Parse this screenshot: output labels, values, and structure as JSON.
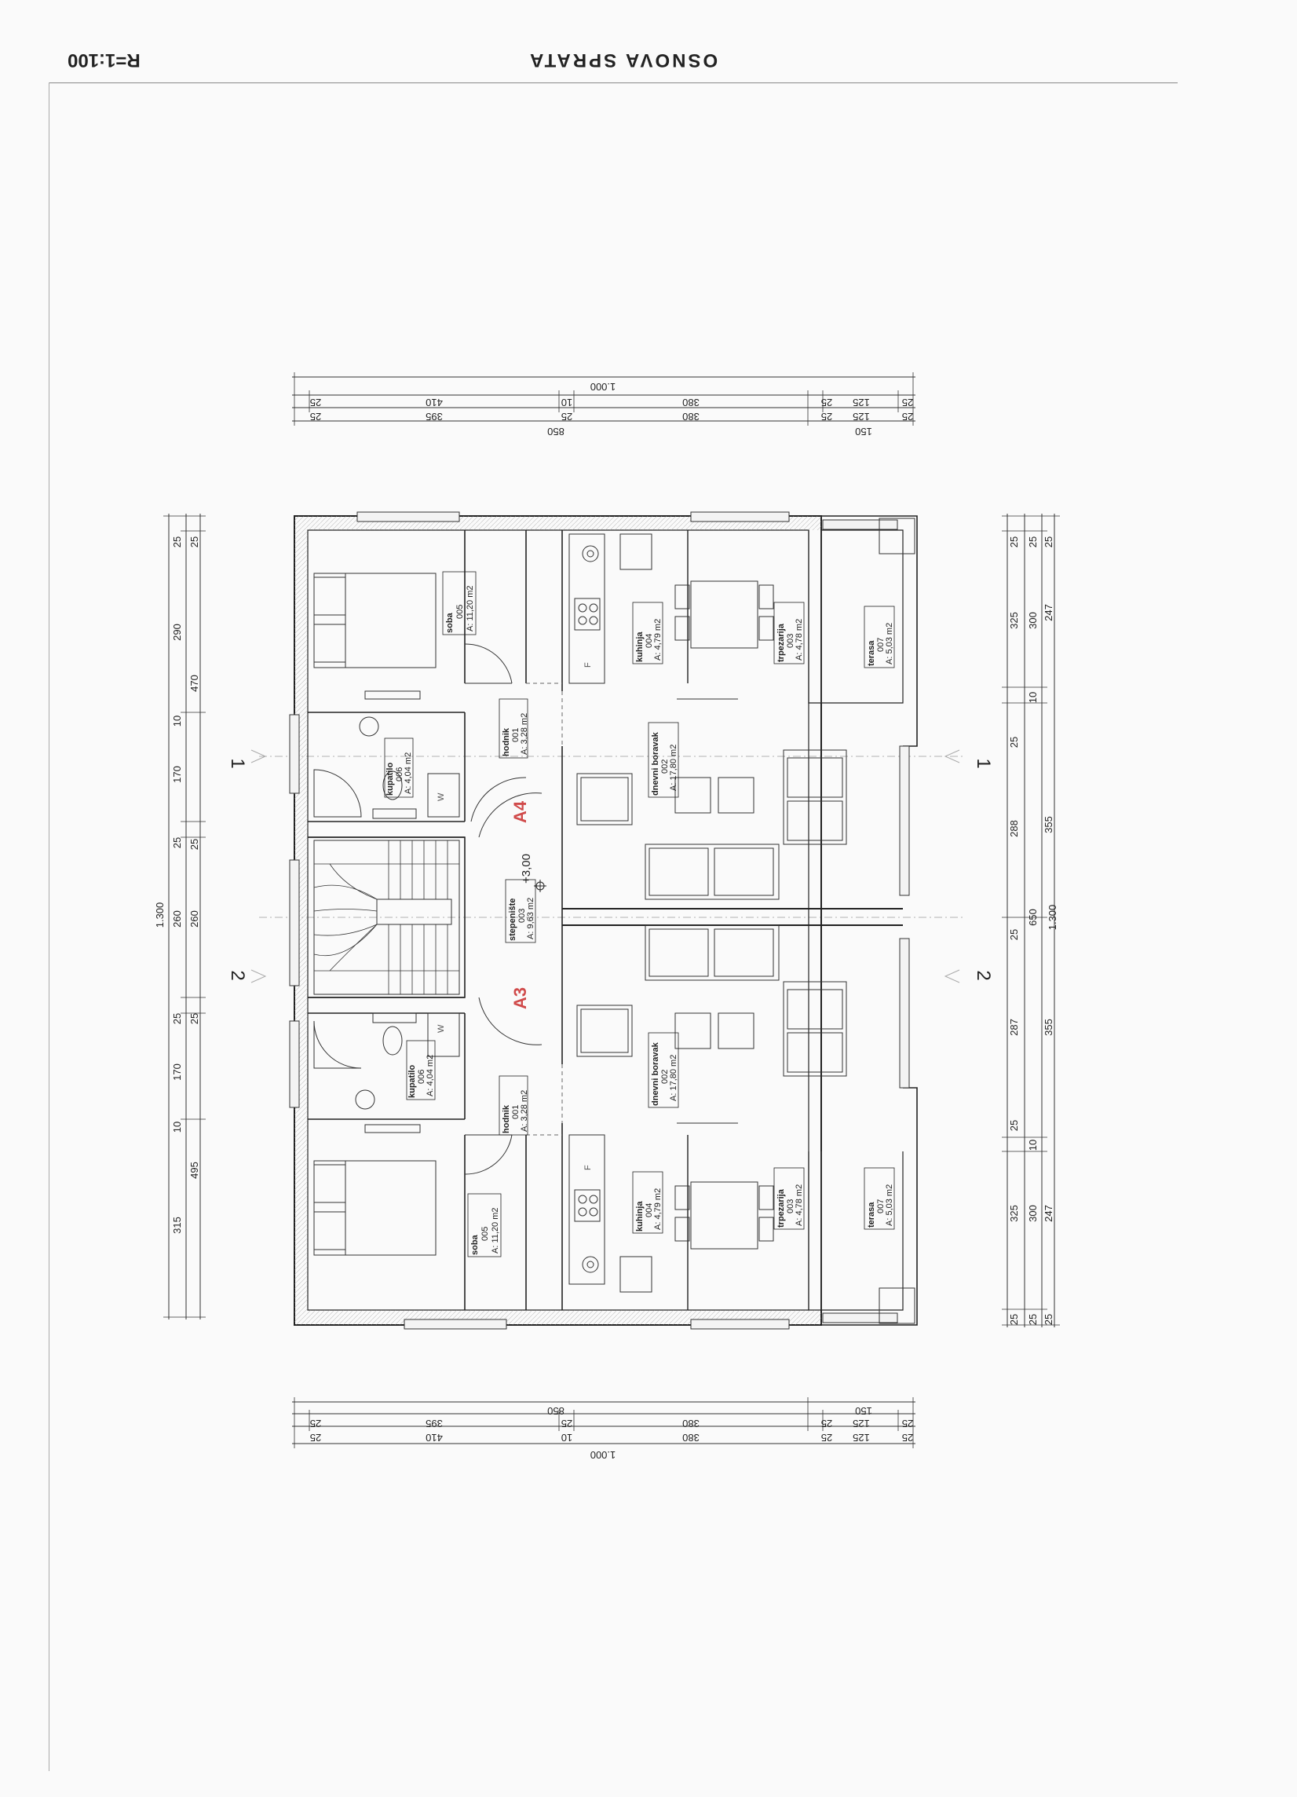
{
  "sheet": {
    "title": "OSNOVA SPRATA",
    "scale": "R=1:100"
  },
  "sections": {
    "s1": "1",
    "s2": "2"
  },
  "units": {
    "A4": "A4",
    "A3": "A3"
  },
  "level": "+3,00",
  "rooms": {
    "top_soba": {
      "name": "soba",
      "code": "005",
      "area": "A: 11,20 m2"
    },
    "top_kupatilo": {
      "name": "kupatilo",
      "code": "006",
      "area": "A: 4,04 m2"
    },
    "top_hodnik": {
      "name": "hodnik",
      "code": "001",
      "area": "A: 3,28 m2"
    },
    "top_kuhinja": {
      "name": "kuhinja",
      "code": "004",
      "area": "A: 4,79 m2"
    },
    "top_trpez": {
      "name": "trpezarija",
      "code": "003",
      "area": "A: 4,78 m2"
    },
    "top_terasa": {
      "name": "terasa",
      "code": "007",
      "area": "A: 5,03 m2"
    },
    "top_boravak": {
      "name": "dnevni boravak",
      "code": "002",
      "area": "A: 17,80 m2"
    },
    "stair": {
      "name": "stepenište",
      "code": "003",
      "area": "A: 9,63 m2"
    },
    "bot_kupatilo": {
      "name": "kupatilo",
      "code": "006",
      "area": "A: 4,04 m2"
    },
    "bot_hodnik": {
      "name": "hodnik",
      "code": "001",
      "area": "A: 3,28 m2"
    },
    "bot_boravak": {
      "name": "dnevni boravak",
      "code": "002",
      "area": "A: 17,80 m2"
    },
    "bot_soba": {
      "name": "soba",
      "code": "005",
      "area": "A: 11,20 m2"
    },
    "bot_kuhinja": {
      "name": "kuhinja",
      "code": "004",
      "area": "A: 4,79 m2"
    },
    "bot_trpez": {
      "name": "trpezarija",
      "code": "003",
      "area": "A: 4,78 m2"
    },
    "bot_terasa": {
      "name": "terasa",
      "code": "007",
      "area": "A: 5,03 m2"
    }
  },
  "fixtures": {
    "w": "W",
    "f": "F"
  },
  "dims": {
    "top_total": "1.000",
    "top_r2": [
      "25",
      "410",
      "10",
      "380",
      "25",
      "125",
      "25"
    ],
    "top_r3": [
      "25",
      "395",
      "25",
      "380",
      "25",
      "125",
      "25"
    ],
    "top_r4": [
      "850",
      "150"
    ],
    "bot_total": "1.000",
    "bot_r2": [
      "25",
      "410",
      "10",
      "380",
      "25",
      "125",
      "25"
    ],
    "bot_r3": [
      "25",
      "395",
      "25",
      "380",
      "25",
      "125",
      "25"
    ],
    "bot_r4": [
      "850",
      "150"
    ],
    "left_total": "1.300",
    "left_c2": [
      "25",
      "290",
      "10",
      "170",
      "25",
      "260",
      "25",
      "170",
      "10",
      "315"
    ],
    "left_c3": [
      "25",
      "470",
      "25",
      "260",
      "25",
      "495"
    ],
    "right_total": "1.300",
    "right_c1": [
      "25",
      "325",
      "25",
      "288",
      "25",
      "287",
      "25",
      "325",
      "25"
    ],
    "right_c2": [
      "25",
      "300",
      "10",
      "650",
      "10",
      "300",
      "25"
    ],
    "right_c3": [
      "25",
      "247",
      "355",
      "355",
      "247",
      "25"
    ]
  }
}
